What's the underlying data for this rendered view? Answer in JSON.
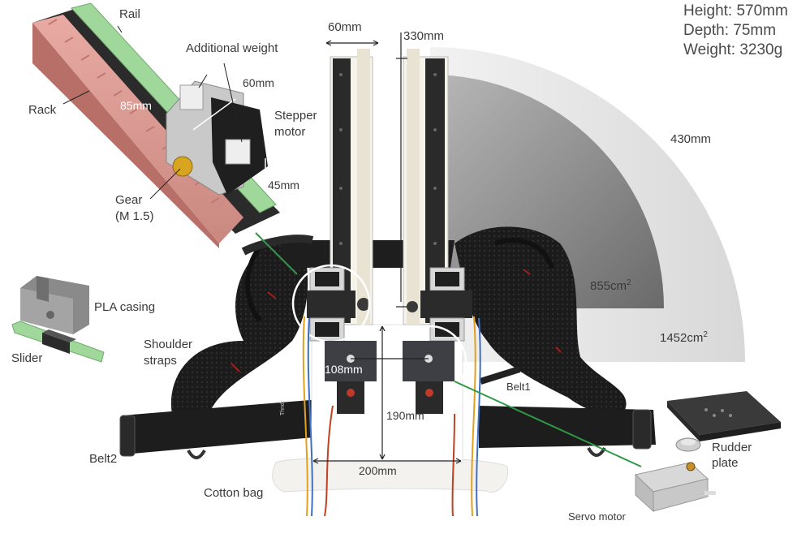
{
  "specs": {
    "height": "Height: 570mm",
    "depth": "Depth: 75mm",
    "weight": "Weight: 3230g"
  },
  "dimensions": {
    "rail_width": "60mm",
    "rail_gap": "330mm",
    "reach_radius": "430mm",
    "inner_area_value": "855cm",
    "outer_area_value": "1452cm",
    "area_exponent": "2",
    "motor_spacing": "108mm",
    "plate_height": "190mm",
    "plate_width": "200mm",
    "casing_width": "60mm",
    "casing_length": "85mm",
    "casing_height": "45mm"
  },
  "parts": {
    "rail": "Rail",
    "additional_weight": "Additional weight",
    "rack": "Rack",
    "stepper_motor_line1": "Stepper",
    "stepper_motor_line2": "motor",
    "gear_line1": "Gear",
    "gear_line2": "(M 1.5)",
    "pla_casing": "PLA casing",
    "slider": "Slider",
    "shoulder_straps_line1": "Shoulder",
    "shoulder_straps_line2": "straps",
    "belt1": "Belt1",
    "belt2": "Belt2",
    "cotton_bag": "Cotton bag",
    "rudder_plate_line1": "Rudder",
    "rudder_plate_line2": "plate",
    "servo_motor": "Servo motor",
    "strap_brand": "Thndr"
  },
  "colors": {
    "rack": "#d99a93",
    "rail": "#9fd89a",
    "plate": "#ffffff",
    "strap": "#1c1c1c",
    "accent_line": "#2e9a45"
  }
}
